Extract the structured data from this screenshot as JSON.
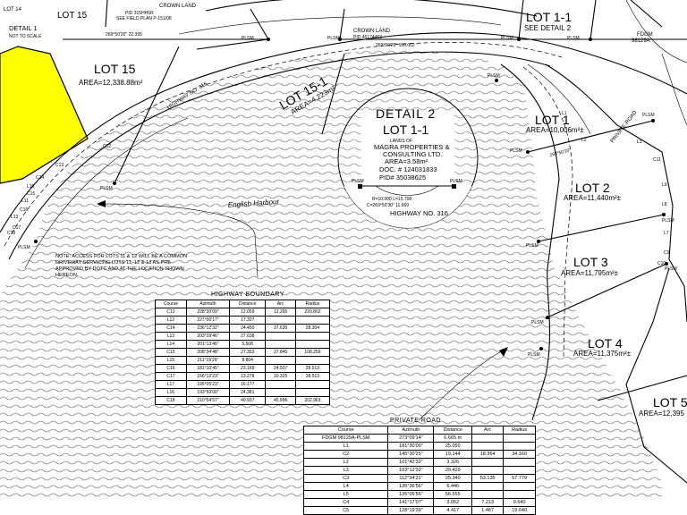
{
  "top_left": {
    "lot14": "LOT 14",
    "lot15_small": "LOT 15",
    "detail1": "DETAIL 1",
    "not_to_scale": "NOT TO SCALE"
  },
  "crown_top": {
    "title": "CROWN LAND",
    "pid": "PID 315HH6R",
    "see_plan": "SEE FIELD PLAN P-151/08"
  },
  "crown_mid": {
    "title": "CROWN LAND",
    "pid": "PID 45174463"
  },
  "lots": [
    {
      "label": "LOT 15",
      "area": "AREA=12,338.88m²"
    },
    {
      "label": "LOT 15-1",
      "area": "AREA=4,223m²"
    },
    {
      "label": "LOT 1-1",
      "area": "SEE DETAIL 2"
    },
    {
      "label": "LOT 1",
      "area": "AREA=10,006m²±"
    },
    {
      "label": "LOT 2",
      "area": "AREA=11,440m²±"
    },
    {
      "label": "LOT 3",
      "area": "AREA=11,795m²±"
    },
    {
      "label": "LOT 4",
      "area": "AREA=11,375m²±"
    },
    {
      "label": "LOT 5",
      "area": "AREA=12,395"
    }
  ],
  "detail2": {
    "title": "DETAIL 2",
    "lot": "LOT 1-1",
    "owner": [
      "LANDS OF",
      "MAGRA PROPERTIES &",
      "CONSULTING LTD."
    ],
    "area": "AREA=3.58m²",
    "doc": "DOC. # 124031833",
    "pid": "PID# 35038625",
    "highway": "HIGHWAY NO. 316",
    "plsm_left": "PLSM",
    "plsm_right": "PLSM",
    "curve": "R=10.000 L=15.708",
    "chord": "C=269°50'30\" 11.669"
  },
  "highway_316": "HIGHWAY NO. 316",
  "harbour": "English Harbour",
  "private_road": "PRIVATE ROAD",
  "fdgm": {
    "label": "FDGM",
    "num": "98129A"
  },
  "bearings": {
    "top1": "269°50'20\"   22.395",
    "top2": "269°50'20\"  100.062",
    "mid": "269°50'20\""
  },
  "note": "NOTE: ACCESS FOR LOTS 11 & 12 WILL BE A COMMON DRIVEWAY SERVICING LOTS 11, 12 & 13 AS PRE-APPROVED BY DOTC AND AT THE LOCATION SHOWN HEREON.",
  "markers": [
    "PLSM",
    "PLSM",
    "PLSM",
    "PLSM",
    "PLSM",
    "PLSM",
    "PLSM",
    "PLSM",
    "PLSM",
    "PLSM",
    "PLSM",
    "PLSM",
    "PLSM",
    "PLSM"
  ],
  "labels_c": [
    "C12",
    "C13",
    "C14",
    "C15",
    "C16",
    "C17",
    "C18",
    "C10",
    "C11",
    "C9",
    "L10",
    "L11",
    "L13",
    "L8",
    "L9",
    "L7",
    "L1",
    "L2",
    "L3"
  ],
  "highway_table": {
    "title": "HIGHWAY BOUNDARY",
    "headers": [
      "Course",
      "Azimuth",
      "Distance",
      "Arc",
      "Radius"
    ],
    "rows": [
      [
        "C12",
        "228°30'09\"",
        "12.059",
        "12.265",
        "220.802"
      ],
      [
        "L12",
        "227°00'17\"",
        "17.327",
        "",
        ""
      ],
      [
        "C14",
        "236°12'32\"",
        "24.450",
        "37.630",
        "28.304"
      ],
      [
        "L13",
        "203°29'46\"",
        "27.638",
        "",
        ""
      ],
      [
        "L14",
        "201°13'46\"",
        "5.508",
        "",
        ""
      ],
      [
        "C15",
        "208°34'48\"",
        "27.353",
        "27.845",
        "108.259"
      ],
      [
        "L15",
        "211°19'29\"",
        "8.804",
        "",
        ""
      ],
      [
        "C16",
        "181°10'45\"",
        "23.169",
        "24.507",
        "28.513"
      ],
      [
        "C17",
        "156°12'23\"",
        "13.278",
        "10.325",
        "28.513"
      ],
      [
        "L17",
        "195°05'23\"",
        "16.177",
        "",
        ""
      ],
      [
        "L16",
        "193°50'00\"",
        "24.381",
        "",
        ""
      ],
      [
        "C18",
        "210°54'57\"",
        "40.937",
        "45.996",
        "202.963"
      ]
    ]
  },
  "private_table": {
    "title": "PRIVATE ROAD",
    "headers": [
      "Course",
      "Azimuth",
      "Distance",
      "Arc",
      "Radius"
    ],
    "rows": [
      [
        "FDGM 98129A-PLSM",
        "273°09'14\"",
        "6.665 m",
        "",
        ""
      ],
      [
        "L1",
        "181°30'00\"",
        "25.050",
        "",
        ""
      ],
      [
        "C2",
        "145°30'25\"",
        "19.144",
        "18.364",
        "34.160"
      ],
      [
        "L2",
        "101°42'32\"",
        "3.326",
        "",
        ""
      ],
      [
        "L3",
        "103°12'32\"",
        "29.429",
        "",
        ""
      ],
      [
        "C3",
        "112°34'21\"",
        "25.340",
        "53.135",
        "57.779"
      ],
      [
        "L4",
        "135°36'56\"",
        "6.446",
        "",
        ""
      ],
      [
        "L5",
        "135°05'56\"",
        "56.555",
        "",
        ""
      ],
      [
        "C4",
        "141°17'07\"",
        "3.052",
        "7.213",
        "9.640"
      ],
      [
        "C5",
        "128°19'39\"",
        "4.417",
        "1.467",
        "19.640"
      ]
    ]
  }
}
